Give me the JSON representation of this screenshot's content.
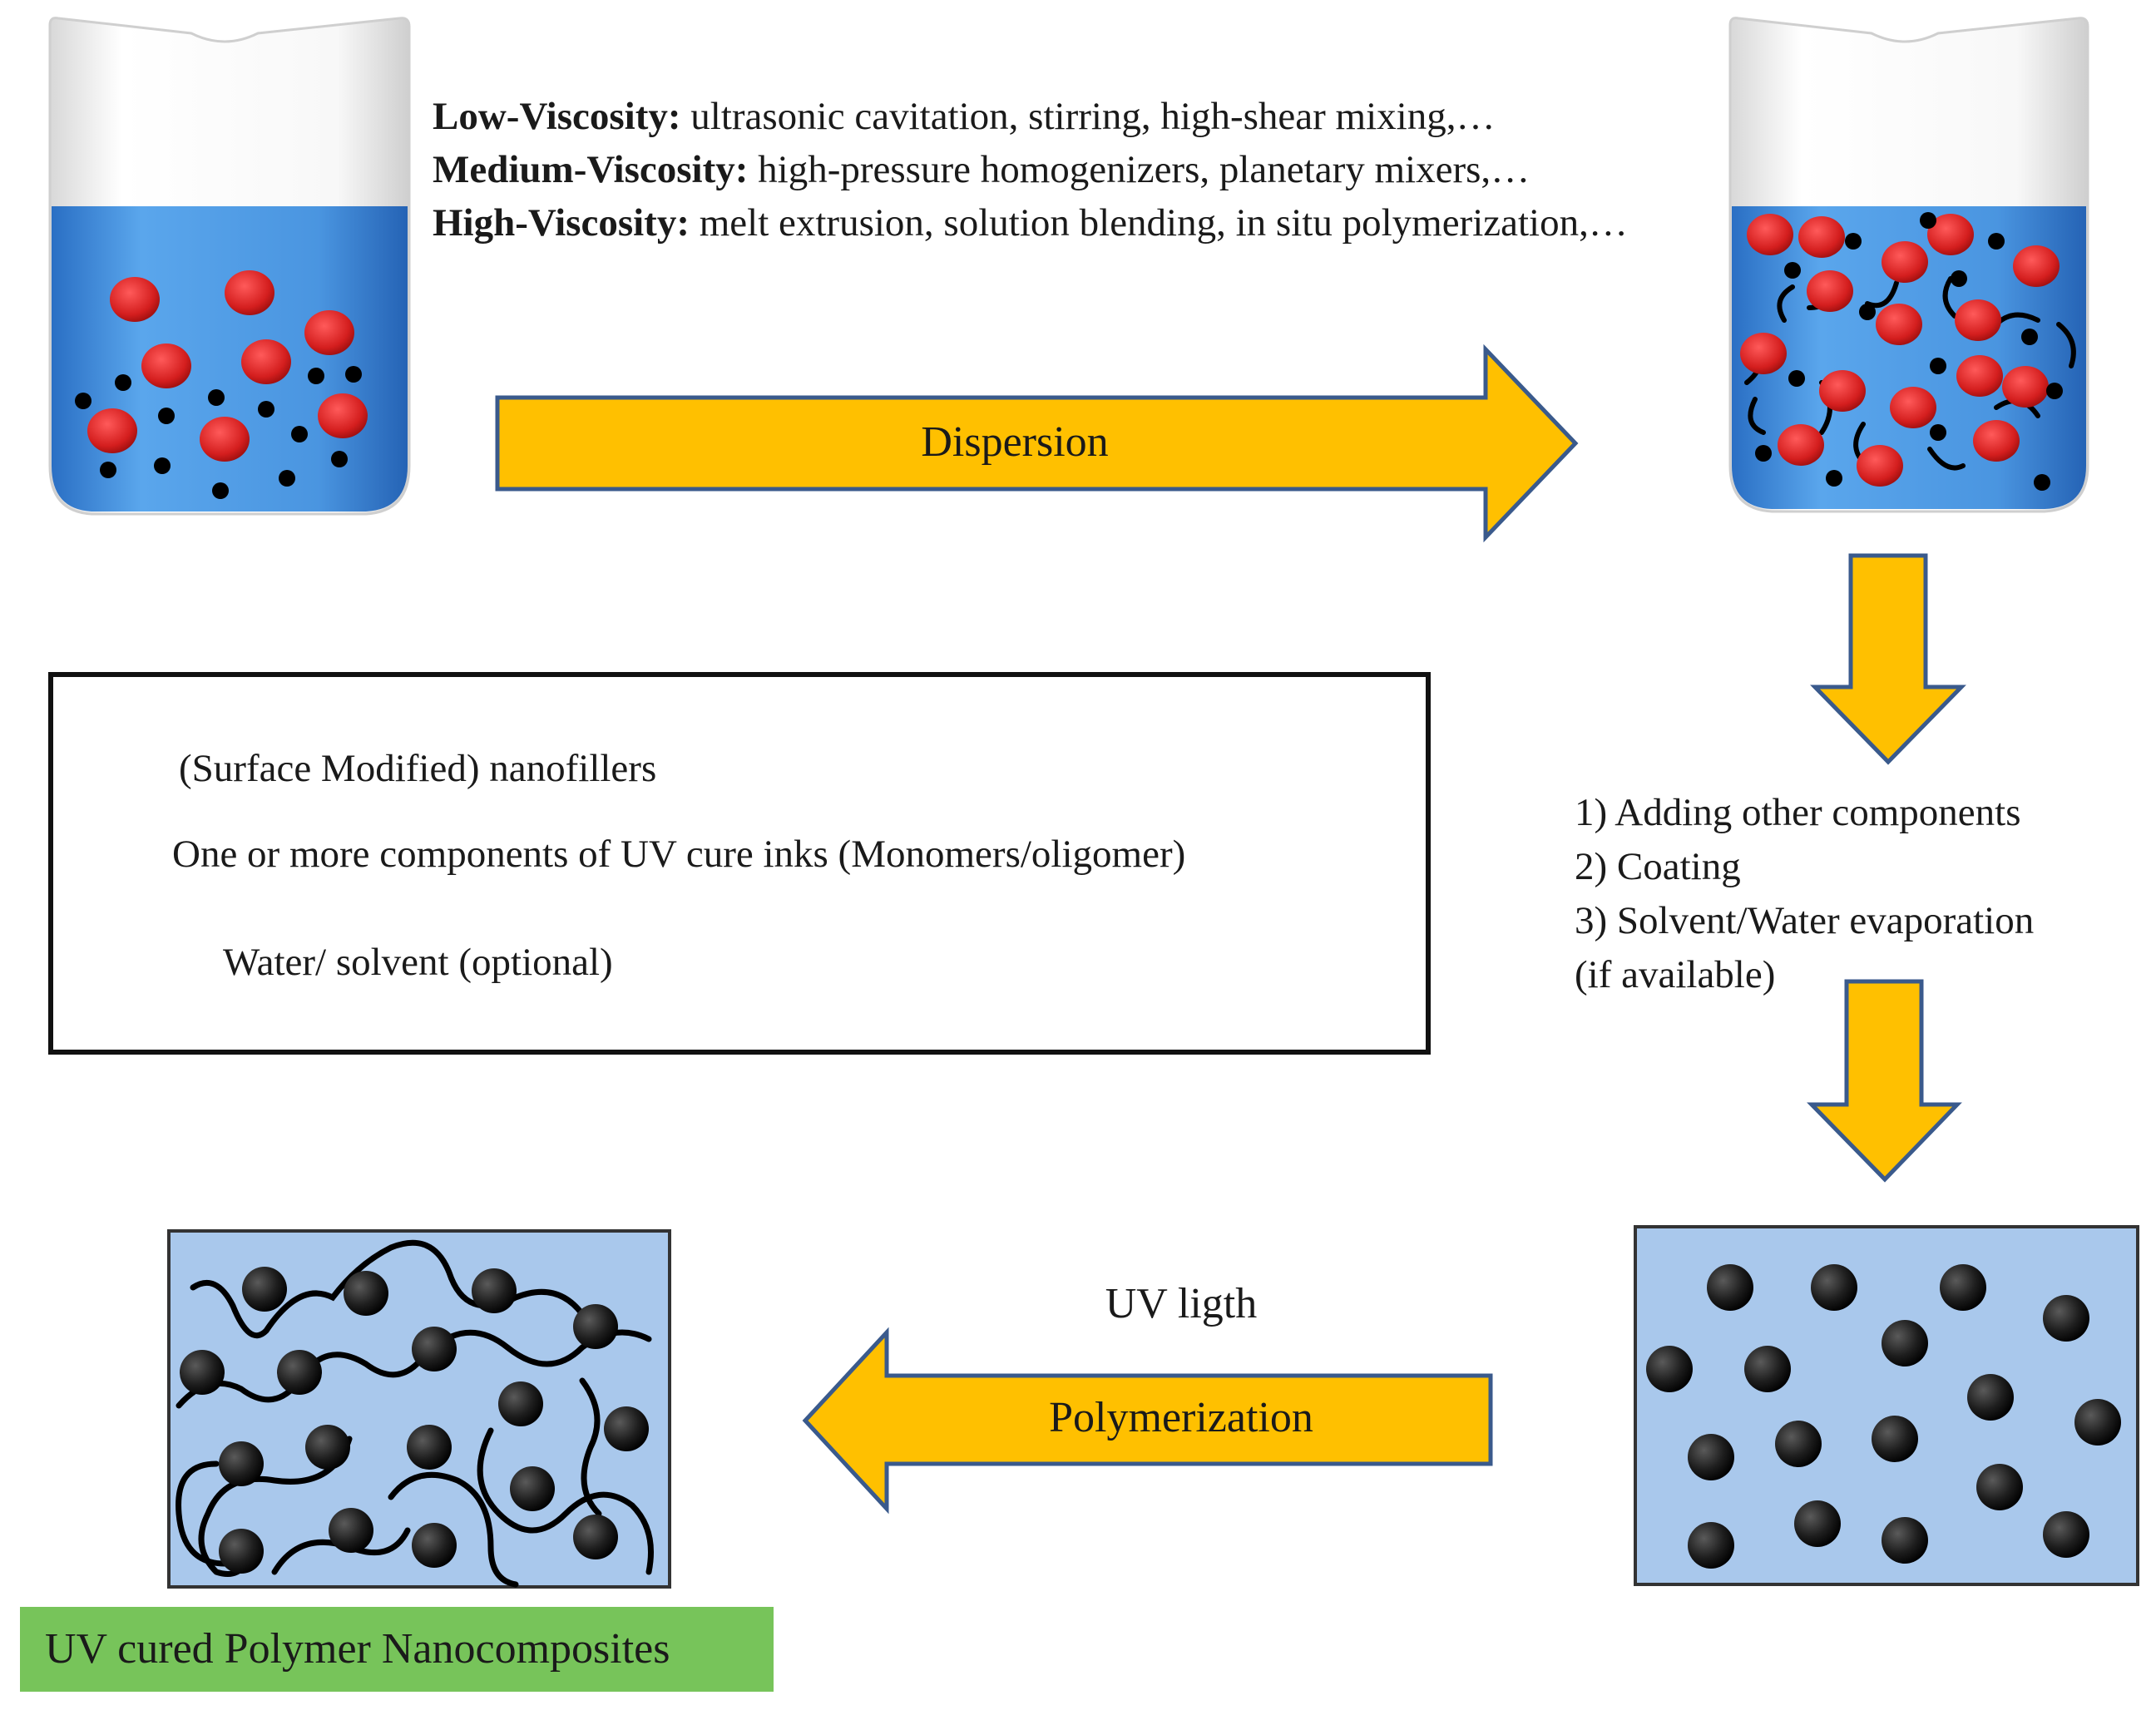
{
  "methods": [
    {
      "level": "Low-Viscosity:",
      "text": "ultrasonic cavitation, stirring, high-shear mixing,…"
    },
    {
      "level": "Medium-Viscosity:",
      "text": "high-pressure homogenizers, planetary mixers,…"
    },
    {
      "level": "High-Viscosity:",
      "text": "melt extrusion, solution blending, in situ polymerization,…"
    }
  ],
  "arrows": {
    "dispersion": "Dispersion",
    "polymerization": "Polymerization",
    "uv_light": "UV ligth"
  },
  "legend": {
    "nanofillers": "(Surface Modified) nanofillers",
    "components": "One or more components of UV cure inks (Monomers/oligomer)",
    "water": "Water/ solvent (optional)"
  },
  "steps": [
    "1) Adding other components",
    "2) Coating",
    "3) Solvent/Water evaporation",
    "(if available)"
  ],
  "final_label": "UV cured Polymer Nanocomposites",
  "colors": {
    "arrow_fill": "#ffc000",
    "arrow_stroke": "#3a5a8c",
    "liquid": "#4a8fdc",
    "film": "#a9c8ec",
    "nanofiller": "#e02a2a",
    "final_label_bg": "#77c45a"
  }
}
